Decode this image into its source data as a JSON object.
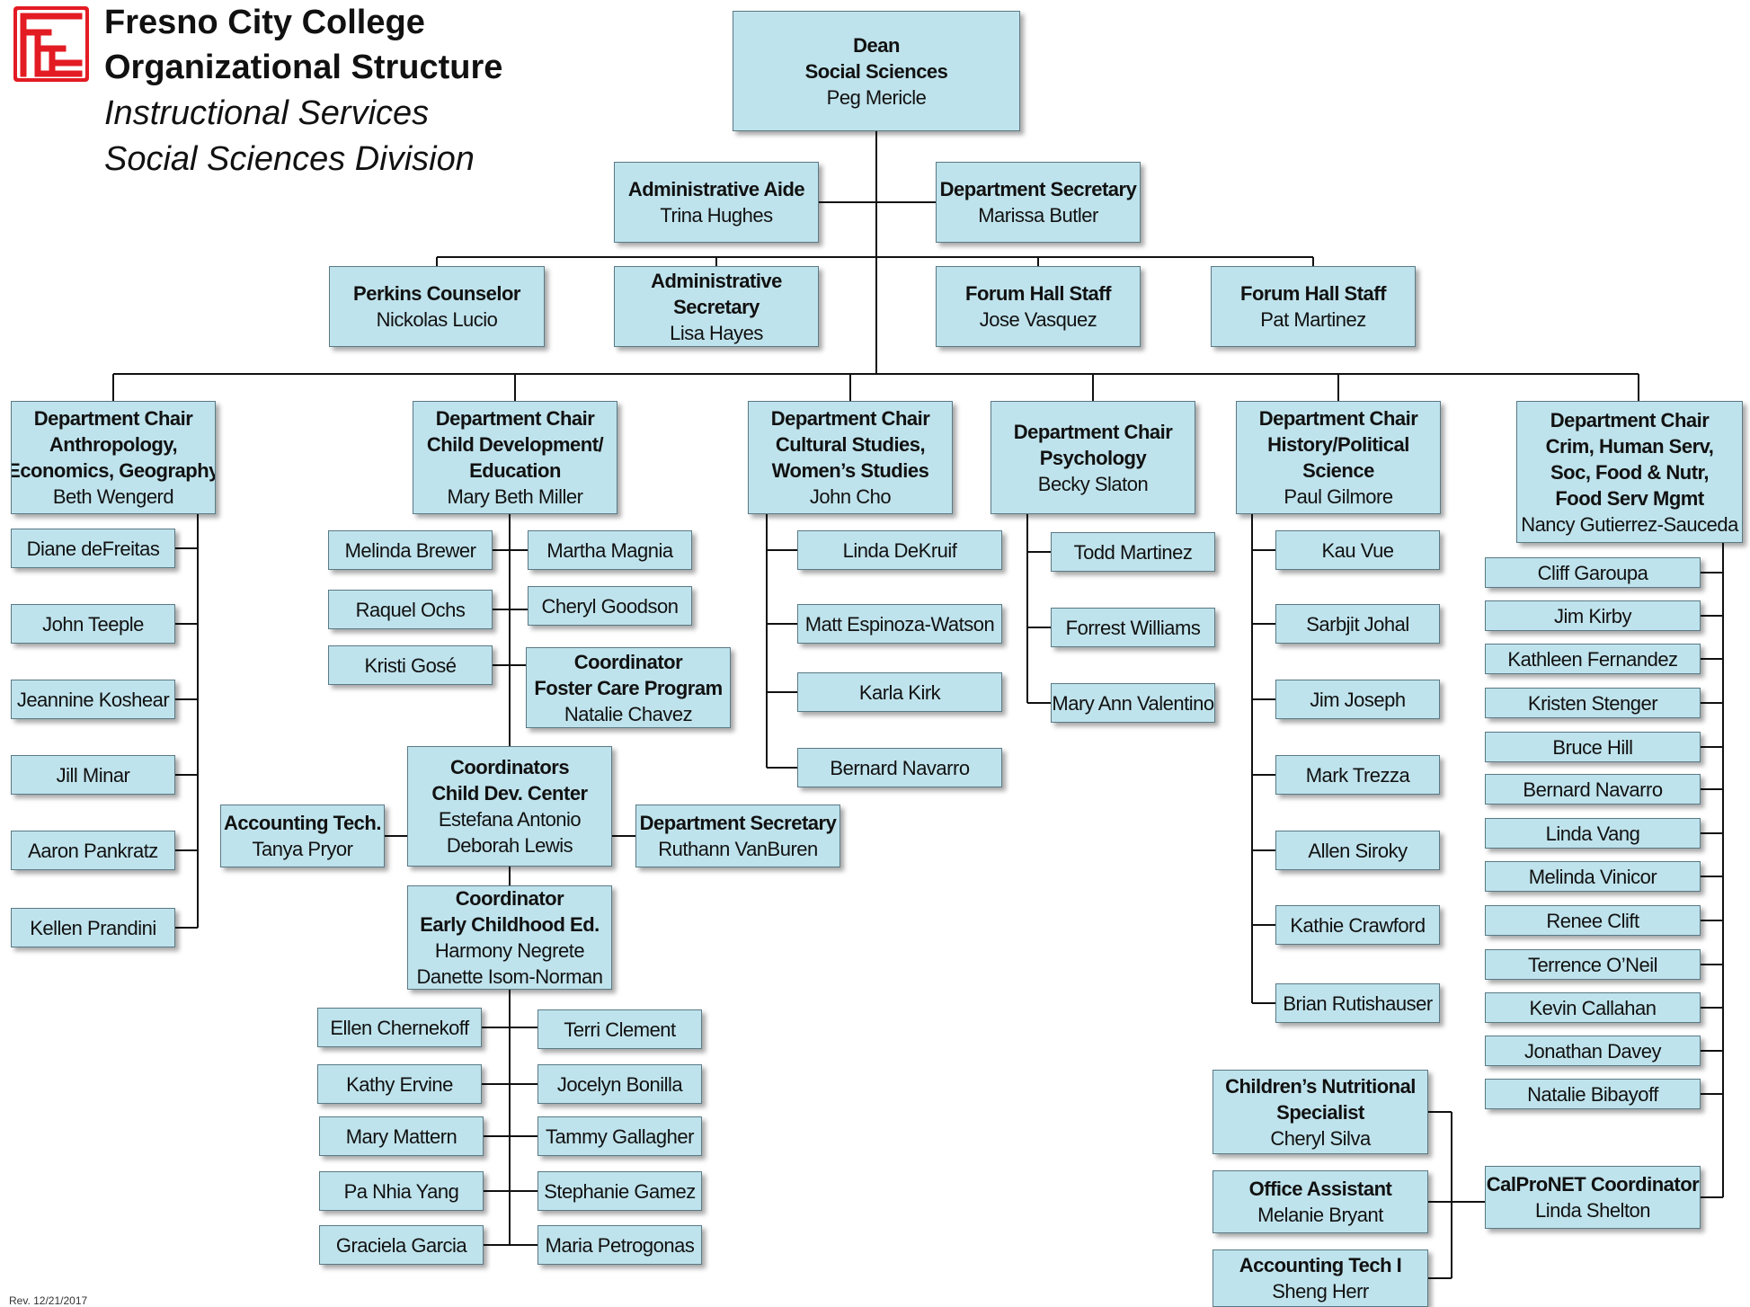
{
  "header": {
    "line1": "Fresno City College",
    "line2": "Organizational Structure",
    "line3": "Instructional Services",
    "line4": "Social Sciences Division"
  },
  "logo": {
    "icon": "fcc-logo-icon",
    "color": "#e31b23",
    "label": "FCC"
  },
  "footer": {
    "revision": "Rev. 12/21/2017"
  },
  "colors": {
    "box_fill": "#bfe3ec",
    "box_border": "#5a7a85",
    "line": "#111111"
  },
  "nodes": [
    {
      "id": "dean",
      "title": [
        "Dean",
        "Social Sciences"
      ],
      "name": [
        "Peg Mericle"
      ]
    },
    {
      "id": "admin-aide",
      "title": [
        "Administrative Aide"
      ],
      "name": [
        "Trina Hughes"
      ]
    },
    {
      "id": "dept-sec-top",
      "title": [
        "Department Secretary"
      ],
      "name": [
        "Marissa Butler"
      ]
    },
    {
      "id": "perkins",
      "title": [
        "Perkins Counselor"
      ],
      "name": [
        "Nickolas Lucio"
      ]
    },
    {
      "id": "admin-sec",
      "title": [
        "Administrative",
        "Secretary"
      ],
      "name": [
        "Lisa Hayes"
      ]
    },
    {
      "id": "forum-1",
      "title": [
        "Forum Hall Staff"
      ],
      "name": [
        "Jose Vasquez"
      ]
    },
    {
      "id": "forum-2",
      "title": [
        "Forum Hall Staff"
      ],
      "name": [
        "Pat Martinez"
      ]
    },
    {
      "id": "chair-anth",
      "title": [
        "Department Chair",
        "Anthropology,",
        "Economics, Geography"
      ],
      "name": [
        "Beth Wengerd"
      ]
    },
    {
      "id": "diane",
      "title": [],
      "name": [
        "Diane deFreitas"
      ]
    },
    {
      "id": "teeple",
      "title": [],
      "name": [
        "John Teeple"
      ]
    },
    {
      "id": "koshear",
      "title": [],
      "name": [
        "Jeannine Koshear"
      ]
    },
    {
      "id": "minar",
      "title": [],
      "name": [
        "Jill Minar"
      ]
    },
    {
      "id": "pankratz",
      "title": [],
      "name": [
        "Aaron Pankratz"
      ]
    },
    {
      "id": "prandini",
      "title": [],
      "name": [
        "Kellen Prandini"
      ]
    },
    {
      "id": "chair-cd",
      "title": [
        "Department Chair",
        "Child Development/",
        "Education"
      ],
      "name": [
        "Mary Beth Miller"
      ]
    },
    {
      "id": "brewer",
      "title": [],
      "name": [
        "Melinda Brewer"
      ]
    },
    {
      "id": "magnia",
      "title": [],
      "name": [
        "Martha Magnia"
      ]
    },
    {
      "id": "ochs",
      "title": [],
      "name": [
        "Raquel Ochs"
      ]
    },
    {
      "id": "goodson",
      "title": [],
      "name": [
        "Cheryl Goodson"
      ]
    },
    {
      "id": "gose",
      "title": [],
      "name": [
        "Kristi Gosé"
      ]
    },
    {
      "id": "foster",
      "title": [
        "Coordinator",
        "Foster Care Program"
      ],
      "name": [
        "Natalie Chavez"
      ]
    },
    {
      "id": "cdc",
      "title": [
        "Coordinators",
        "Child Dev. Center"
      ],
      "name": [
        "Estefana Antonio",
        "Deborah Lewis"
      ]
    },
    {
      "id": "acct-tech",
      "title": [
        "Accounting Tech."
      ],
      "name": [
        "Tanya Pryor"
      ]
    },
    {
      "id": "dept-sec-cd",
      "title": [
        "Department Secretary"
      ],
      "name": [
        "Ruthann VanBuren"
      ]
    },
    {
      "id": "ece",
      "title": [
        "Coordinator",
        "Early Childhood Ed."
      ],
      "name": [
        "Harmony Negrete",
        "Danette Isom-Norman"
      ]
    },
    {
      "id": "chernekoff",
      "title": [],
      "name": [
        "Ellen Chernekoff"
      ]
    },
    {
      "id": "clement",
      "title": [],
      "name": [
        "Terri Clement"
      ]
    },
    {
      "id": "ervine",
      "title": [],
      "name": [
        "Kathy Ervine"
      ]
    },
    {
      "id": "bonilla",
      "title": [],
      "name": [
        "Jocelyn Bonilla"
      ]
    },
    {
      "id": "mattern",
      "title": [],
      "name": [
        "Mary Mattern"
      ]
    },
    {
      "id": "gallagher",
      "title": [],
      "name": [
        "Tammy Gallagher"
      ]
    },
    {
      "id": "yang",
      "title": [],
      "name": [
        "Pa Nhia Yang"
      ]
    },
    {
      "id": "gamez",
      "title": [],
      "name": [
        "Stephanie Gamez"
      ]
    },
    {
      "id": "garcia",
      "title": [],
      "name": [
        "Graciela Garcia"
      ]
    },
    {
      "id": "petrogonas",
      "title": [],
      "name": [
        "Maria Petrogonas"
      ]
    },
    {
      "id": "chair-cult",
      "title": [
        "Department Chair",
        "Cultural Studies,",
        "Women’s Studies"
      ],
      "name": [
        "John Cho"
      ]
    },
    {
      "id": "dekruif",
      "title": [],
      "name": [
        "Linda DeKruif"
      ]
    },
    {
      "id": "espinoza",
      "title": [],
      "name": [
        "Matt Espinoza-Watson"
      ]
    },
    {
      "id": "kirk",
      "title": [],
      "name": [
        "Karla Kirk"
      ]
    },
    {
      "id": "navarro-1",
      "title": [],
      "name": [
        "Bernard Navarro"
      ]
    },
    {
      "id": "chair-psy",
      "title": [
        "Department Chair",
        "Psychology"
      ],
      "name": [
        "Becky Slaton"
      ]
    },
    {
      "id": "todd",
      "title": [],
      "name": [
        "Todd Martinez"
      ]
    },
    {
      "id": "forrest",
      "title": [],
      "name": [
        "Forrest Williams"
      ]
    },
    {
      "id": "valentino",
      "title": [],
      "name": [
        "Mary Ann Valentino"
      ]
    },
    {
      "id": "chair-hist",
      "title": [
        "Department Chair",
        "History/Political",
        "Science"
      ],
      "name": [
        "Paul Gilmore"
      ]
    },
    {
      "id": "vue",
      "title": [],
      "name": [
        "Kau Vue"
      ]
    },
    {
      "id": "johal",
      "title": [],
      "name": [
        "Sarbjit Johal"
      ]
    },
    {
      "id": "joseph",
      "title": [],
      "name": [
        "Jim Joseph"
      ]
    },
    {
      "id": "trezza",
      "title": [],
      "name": [
        "Mark Trezza"
      ]
    },
    {
      "id": "siroky",
      "title": [],
      "name": [
        "Allen Siroky"
      ]
    },
    {
      "id": "crawford",
      "title": [],
      "name": [
        "Kathie Crawford"
      ]
    },
    {
      "id": "rutishauser",
      "title": [],
      "name": [
        "Brian Rutishauser"
      ]
    },
    {
      "id": "chair-crim",
      "title": [
        "Department Chair",
        "Crim, Human Serv,",
        "Soc, Food & Nutr,",
        "Food Serv Mgmt"
      ],
      "name": [
        "Nancy Gutierrez-Sauceda"
      ]
    },
    {
      "id": "garoupa",
      "title": [],
      "name": [
        "Cliff Garoupa"
      ]
    },
    {
      "id": "kirby",
      "title": [],
      "name": [
        "Jim Kirby"
      ]
    },
    {
      "id": "fernandez",
      "title": [],
      "name": [
        "Kathleen Fernandez"
      ]
    },
    {
      "id": "stenger",
      "title": [],
      "name": [
        "Kristen Stenger"
      ]
    },
    {
      "id": "hill",
      "title": [],
      "name": [
        "Bruce Hill"
      ]
    },
    {
      "id": "navarro-2",
      "title": [],
      "name": [
        "Bernard Navarro"
      ]
    },
    {
      "id": "vang",
      "title": [],
      "name": [
        "Linda Vang"
      ]
    },
    {
      "id": "vinicor",
      "title": [],
      "name": [
        "Melinda Vinicor"
      ]
    },
    {
      "id": "clift",
      "title": [],
      "name": [
        "Renee Clift"
      ]
    },
    {
      "id": "oneil",
      "title": [],
      "name": [
        "Terrence O’Neil"
      ]
    },
    {
      "id": "callahan",
      "title": [],
      "name": [
        "Kevin Callahan"
      ]
    },
    {
      "id": "davey",
      "title": [],
      "name": [
        "Jonathan Davey"
      ]
    },
    {
      "id": "bibayoff",
      "title": [],
      "name": [
        "Natalie Bibayoff"
      ]
    },
    {
      "id": "calpronet",
      "title": [
        "CalProNET Coordinator"
      ],
      "name": [
        "Linda Shelton"
      ]
    },
    {
      "id": "nutrition",
      "title": [
        "Children’s Nutritional",
        "Specialist"
      ],
      "name": [
        "Cheryl Silva"
      ]
    },
    {
      "id": "office-asst",
      "title": [
        "Office Assistant"
      ],
      "name": [
        "Melanie Bryant"
      ]
    },
    {
      "id": "acct-tech-1",
      "title": [
        "Accounting Tech I"
      ],
      "name": [
        "Sheng Herr"
      ]
    }
  ]
}
